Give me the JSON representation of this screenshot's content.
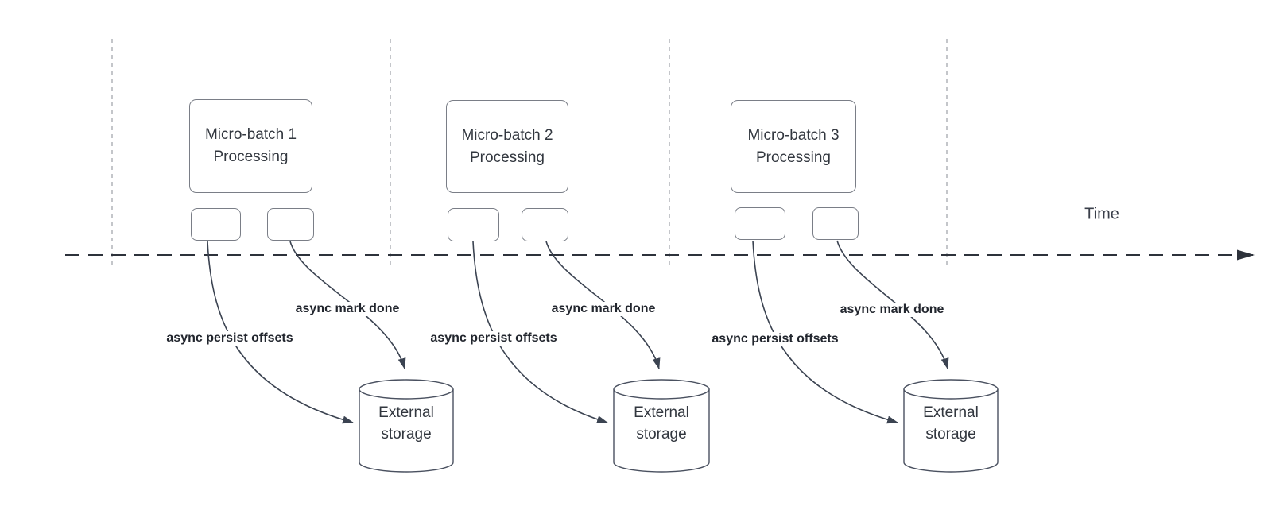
{
  "timeline": {
    "label": "Time"
  },
  "groups": [
    {
      "title": "Micro-batch 1 Processing",
      "persist_label": "async persist offsets",
      "done_label": "async mark done",
      "storage_label": "External storage"
    },
    {
      "title": "Micro-batch 2 Processing",
      "persist_label": "async persist offsets",
      "done_label": "async mark done",
      "storage_label": "External storage"
    },
    {
      "title": "Micro-batch 3 Processing",
      "persist_label": "async persist offsets",
      "done_label": "async mark done",
      "storage_label": "External storage"
    }
  ],
  "colors": {
    "arrow_stroke": "#3b4351",
    "timeline_stroke": "#2d323b",
    "box_border": "#7a7e87",
    "guide_line": "#b0b3b8",
    "text": "#32373f"
  }
}
